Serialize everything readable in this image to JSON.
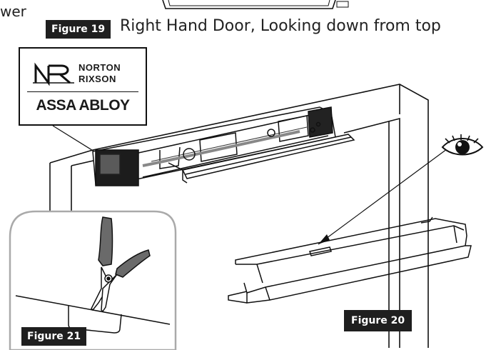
{
  "fragment_text": "wer",
  "figure19": {
    "badge": "Figure 19",
    "caption": "Right Hand Door, Looking down from top"
  },
  "logo": {
    "line1": "NORTON",
    "line2": "RIXSON",
    "brand": "ASSA ABLOY"
  },
  "figure20": {
    "badge": "Figure 20"
  },
  "figure21": {
    "badge": "Figure 21"
  },
  "icons": [
    "eye-icon",
    "pliers-icon"
  ]
}
